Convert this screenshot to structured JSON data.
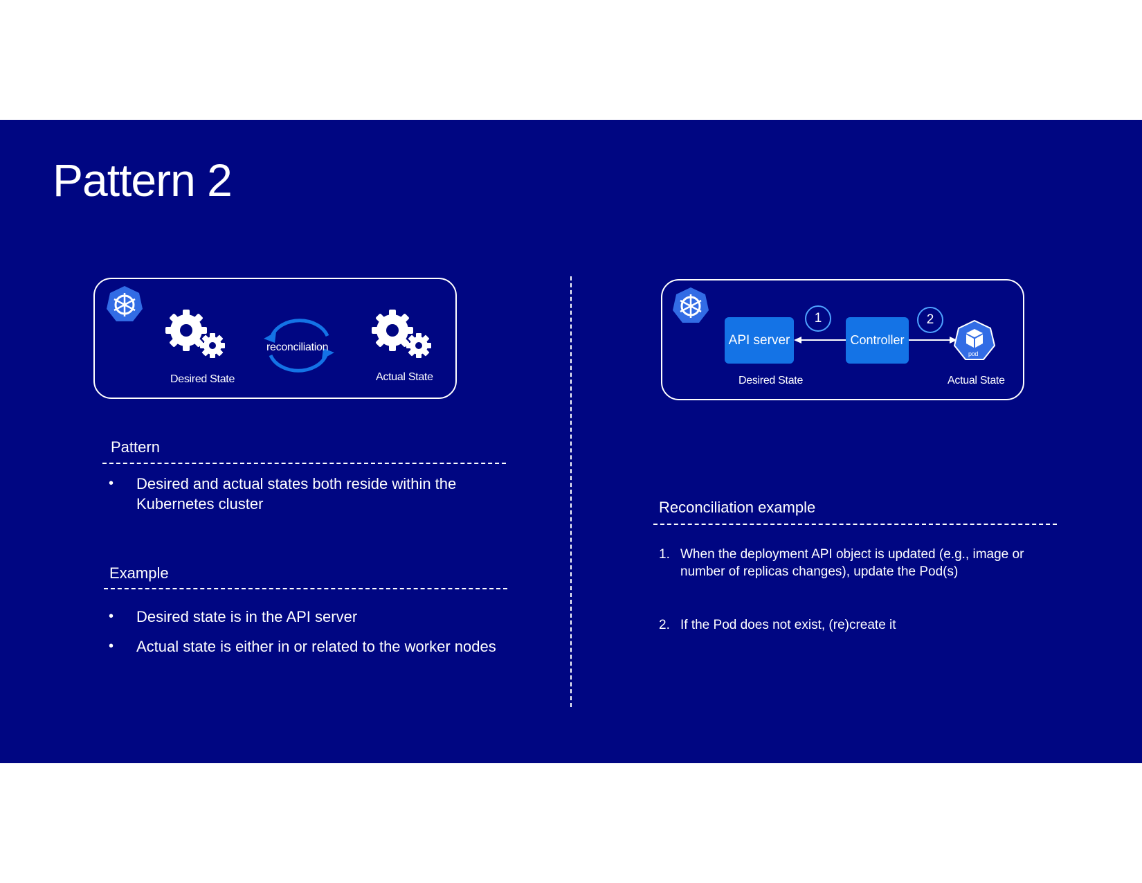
{
  "slide": {
    "title": "Pattern 2",
    "background_color": "#000682",
    "accent_color": "#1473e6"
  },
  "left_diagram": {
    "desired_label": "Desired State",
    "actual_label": "Actual State",
    "cycle_label": "reconciliation",
    "icons": [
      "kubernetes-icon",
      "gears-icon",
      "reconcile-cycle-icon",
      "gears-icon"
    ]
  },
  "right_diagram": {
    "api_server": "API server",
    "controller": "Controller",
    "step1": "1",
    "step2": "2",
    "pod_label": "pod",
    "desired_label": "Desired State",
    "actual_label": "Actual State",
    "icons": [
      "kubernetes-icon",
      "pod-icon"
    ]
  },
  "pattern_section": {
    "heading": "Pattern",
    "bullets": [
      "Desired and actual states both reside within the Kubernetes cluster"
    ]
  },
  "example_section": {
    "heading": "Example",
    "bullets": [
      "Desired state is in the API server",
      "Actual state is either in or related to the worker nodes"
    ]
  },
  "reconciliation_section": {
    "heading": "Reconciliation example",
    "steps": [
      {
        "num": "1.",
        "text": "When the deployment API object is updated (e.g., image or number of replicas changes), update the Pod(s)"
      },
      {
        "num": "2.",
        "text": "If the Pod does not exist, (re)create it"
      }
    ]
  }
}
